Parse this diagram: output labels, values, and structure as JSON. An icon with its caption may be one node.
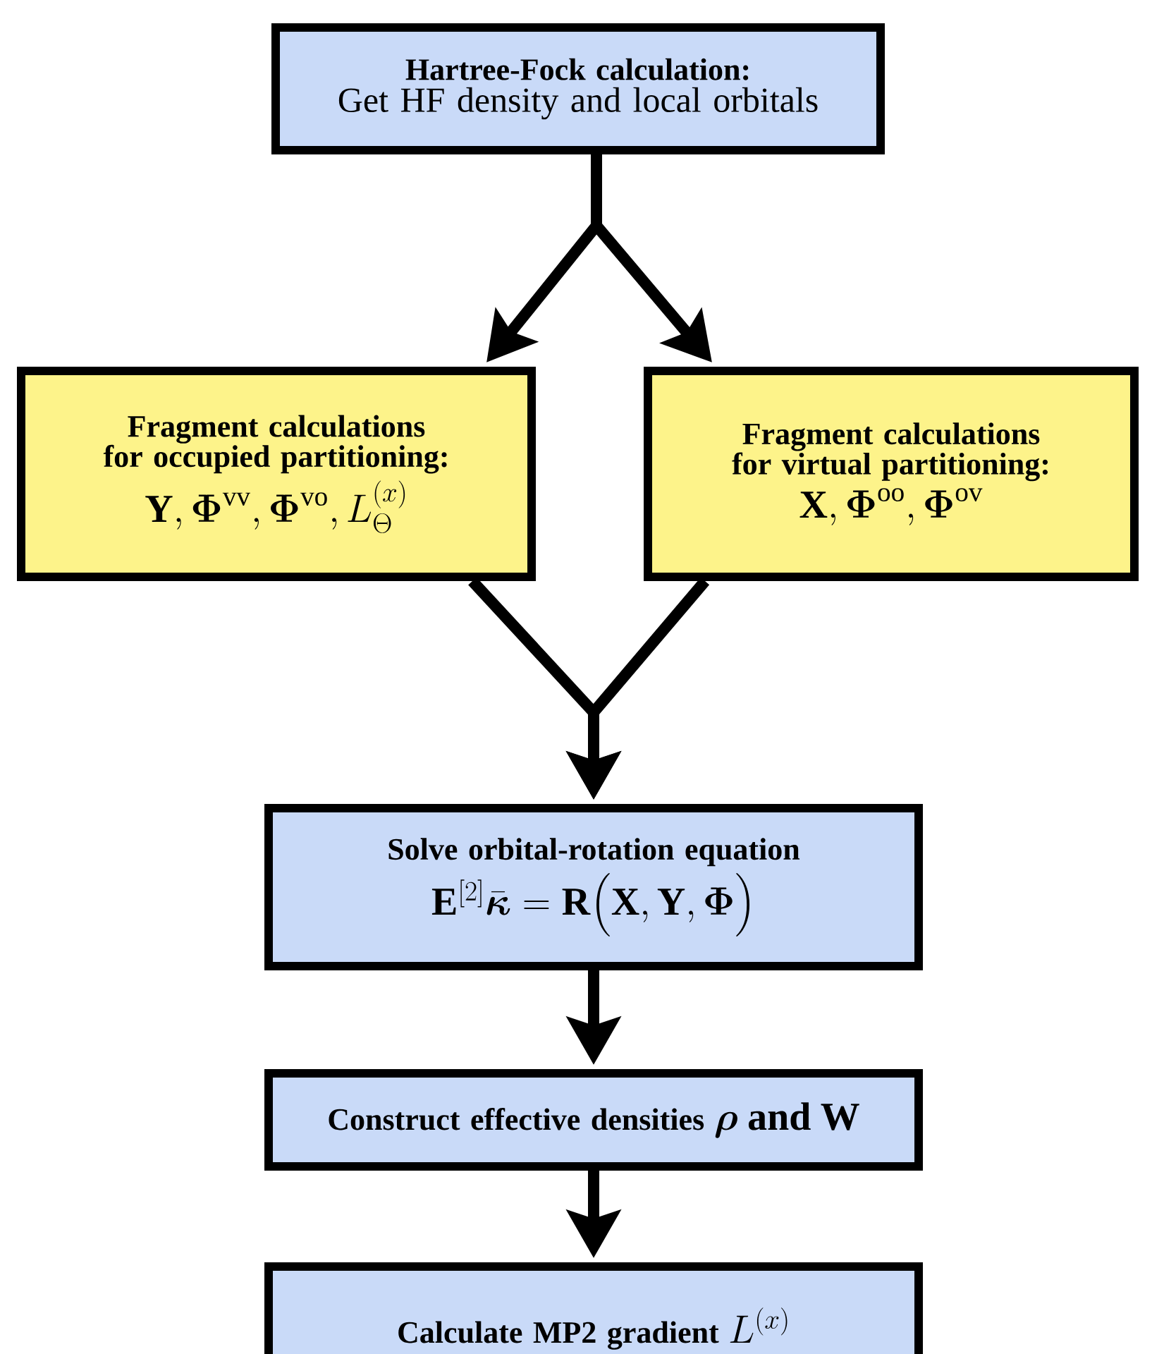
{
  "diagram": {
    "nodes": [
      {
        "text": [
          "Hartree-Fock calculation:",
          "Get HF density and local orbitals"
        ]
      },
      {
        "text": [
          "Fragment calculations for occupied partitioning:",
          "\\mathbf{Y},\\boldsymbol{\\Phi}^{\\mathrm{vv}},\\boldsymbol{\\Phi}^{\\mathrm{vo}},L_{\\Theta}^{(x)}"
        ]
      },
      {
        "text": [
          "Fragment calculations for virtual partitioning:",
          "\\mathbf{X},\\boldsymbol{\\Phi}^{\\mathrm{oo}},\\boldsymbol{\\Phi}^{\\mathrm{ov}}"
        ]
      },
      {
        "text": [
          "Solve orbital-rotation equation",
          "\\mathbf{E}^{[2]}\\bar{\\boldsymbol{\\kappa}}=\\mathbf{R}\\big(\\mathbf{X},\\mathbf{Y},\\boldsymbol{\\Phi}\\big)"
        ]
      },
      {
        "text": [
          "Construct effective densities",
          "\\boldsymbol{\\rho}\\ \\ \\textbf{and}\\ \\ \\mathbf{W}"
        ]
      },
      {
        "text": [
          "Calculate MP2 gradient",
          "L^{(x)}"
        ]
      }
    ],
    "edges": [
      {
        "from": 0,
        "to": 1,
        "arrow": "to"
      },
      {
        "from": 0,
        "to": 2,
        "arrow": "to"
      },
      {
        "from": 1,
        "to": 3,
        "arrow": "to"
      },
      {
        "from": 2,
        "to": 3,
        "arrow": "to"
      },
      {
        "from": 3,
        "to": 4,
        "arrow": "to"
      },
      {
        "from": 4,
        "to": 5,
        "arrow": "to"
      }
    ]
  }
}
